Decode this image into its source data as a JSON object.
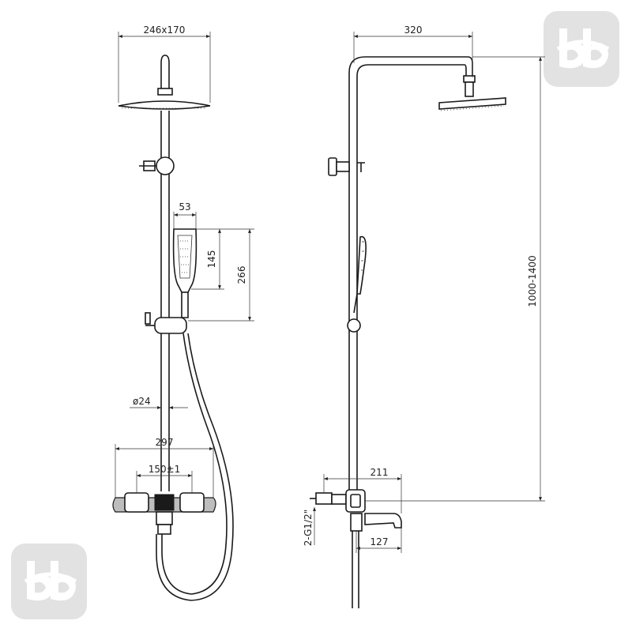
{
  "dimensions": {
    "head_size": "246x170",
    "arm_length": "320",
    "hand_width": "53",
    "hand_face": "145",
    "hand_total": "266",
    "bar_diameter": "ø24",
    "mixer_width": "297",
    "inlet_spacing": "150±1",
    "height_range": "1000-1400",
    "spout_reach": "211",
    "spout_length": "127",
    "inlet_thread": "2-G1/2\""
  },
  "logo": {
    "name": "brand-logo",
    "text": "bb",
    "color": "#e2e2e2"
  }
}
